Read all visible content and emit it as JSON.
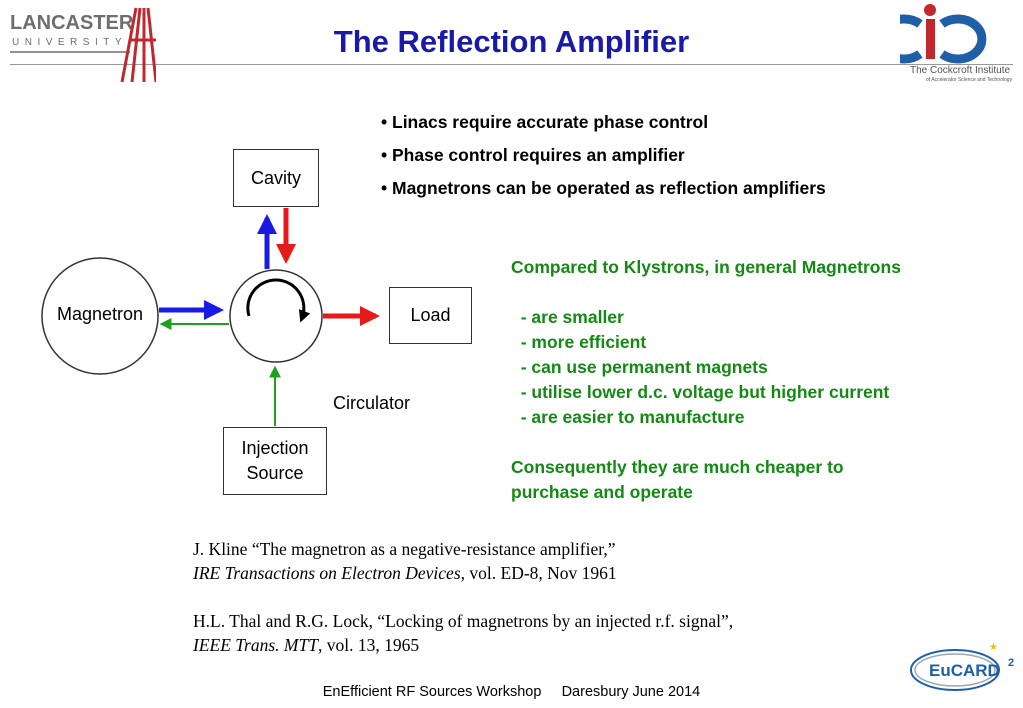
{
  "header": {
    "title": "The Reflection Amplifier",
    "left_logo_text": [
      "LANCASTER",
      "UNIVERSITY"
    ],
    "right_logo_text": [
      "The Cockcroft Institute",
      "of Accelerator Science and Technology"
    ]
  },
  "bullets": [
    "Linacs require accurate phase control",
    "Phase control requires an amplifier",
    "Magnetrons can be operated as reflection amplifiers"
  ],
  "diagram": {
    "cavity": "Cavity",
    "load": "Load",
    "magnetron": "Magnetron",
    "injection_source": "Injection\nSource",
    "circulator": "Circulator"
  },
  "comparison": {
    "heading": "Compared to Klystrons, in general Magnetrons",
    "items": [
      "  - are smaller",
      "  - more efficient",
      "  - can use permanent magnets",
      "  - utilise lower d.c. voltage but higher current",
      "  - are easier to manufacture"
    ],
    "conclusion_line1": "Consequently they are much cheaper to",
    "conclusion_line2": "purchase and operate"
  },
  "references": [
    {
      "text": "J. Kline “The magnetron as a negative-resistance amplifier,”",
      "italic": "IRE Transactions on Electron Devices",
      "rest": ", vol. ED-8, Nov 1961"
    },
    {
      "text": "H.L. Thal and R.G. Lock, “Locking of magnetrons by an injected r.f. signal”,",
      "italic": "IEEE Trans. MTT",
      "rest": ", vol. 13, 1965"
    }
  ],
  "footer": "EnEfficient RF Sources Workshop     Daresbury June 2014",
  "footer_logo_text": "EuCARD",
  "footer_logo_superscript": "2",
  "colors": {
    "title": "#1a1aa8",
    "green_text": "#138a13",
    "blue_arrow": "#1a1ae6",
    "red_arrow": "#e61a1a",
    "green_arrow": "#20a020",
    "lancaster_red": "#c0282e",
    "cockcroft_blue": "#1f5fa8"
  }
}
